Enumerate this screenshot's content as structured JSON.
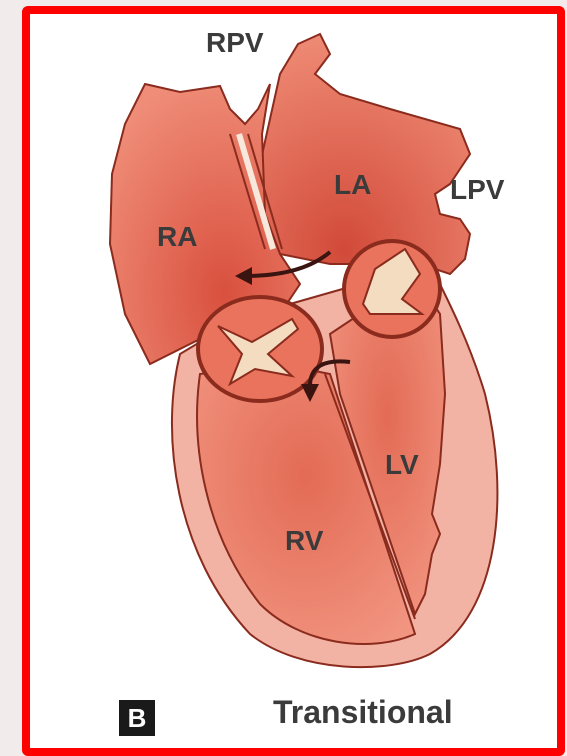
{
  "labels": {
    "rpv": "RPV",
    "lpv": "LPV",
    "la": "LA",
    "ra": "RA",
    "lv": "LV",
    "rv": "RV"
  },
  "panel_letter": "B",
  "caption": "Transitional",
  "colors": {
    "border": "#ff0000",
    "tissue": "#e8735f",
    "tissue_light": "#f0a090",
    "outline": "#8a2b1e",
    "valve_leaflet": "#f3dcc0"
  }
}
